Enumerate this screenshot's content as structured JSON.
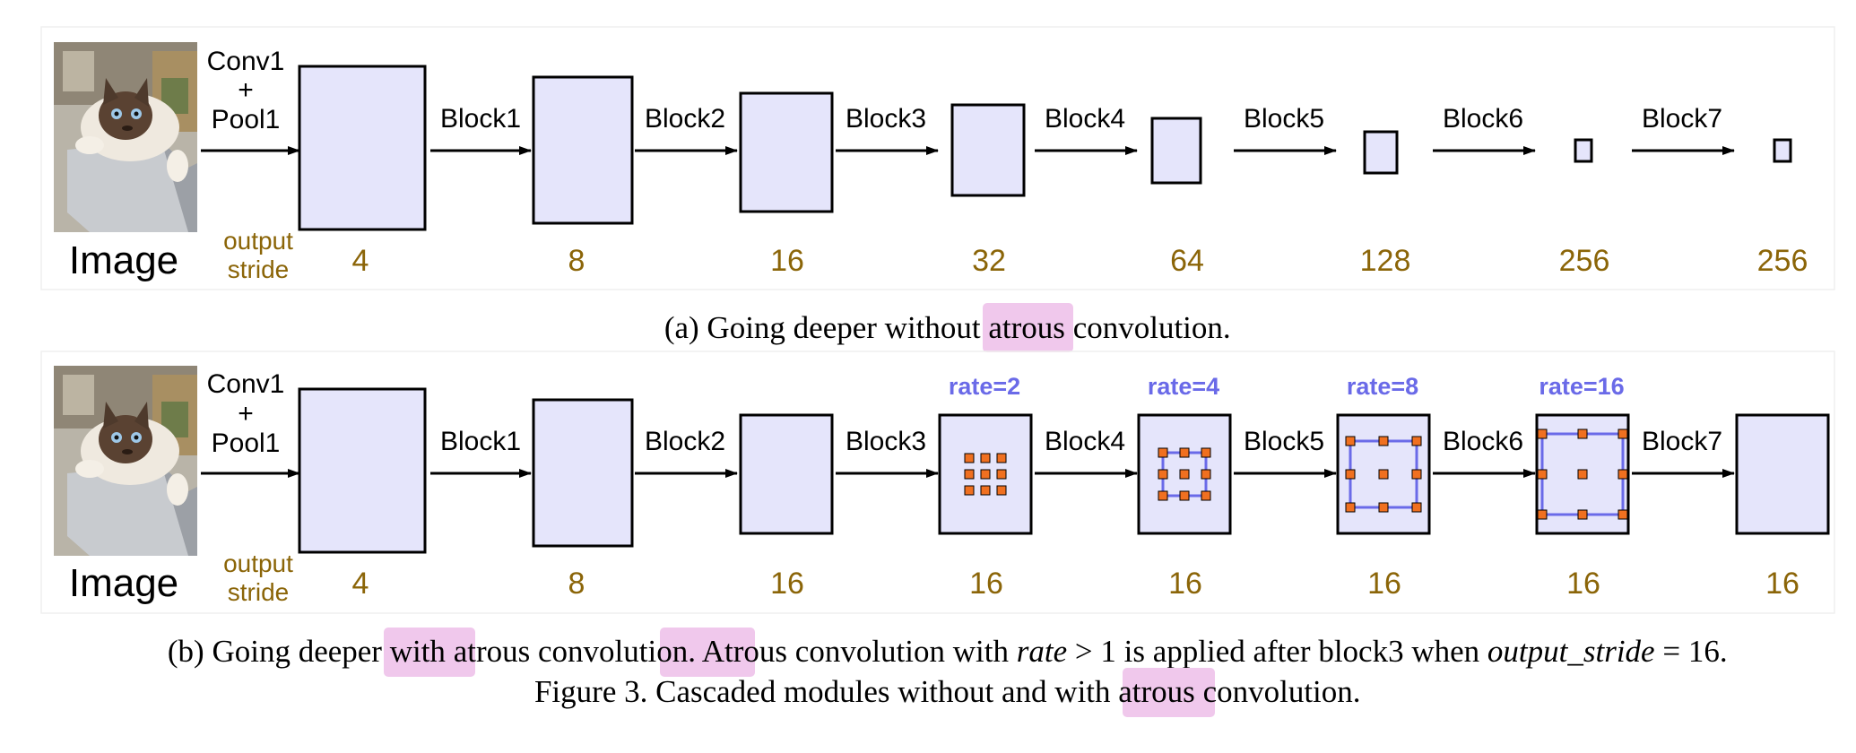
{
  "panel_a": {
    "image_label": "Image",
    "stride_label_line1": "output",
    "stride_label_line2": "stride",
    "conv_label": [
      "Conv1",
      "+",
      "Pool1"
    ],
    "blocks": [
      "Block1",
      "Block2",
      "Block3",
      "Block4",
      "Block5",
      "Block6",
      "Block7"
    ],
    "strides": [
      "4",
      "8",
      "16",
      "32",
      "64",
      "128",
      "256",
      "256"
    ],
    "caption_prefix": "(a) Going deeper without ",
    "caption_highlight": "atrous",
    "caption_suffix": " convolution."
  },
  "panel_b": {
    "image_label": "Image",
    "stride_label_line1": "output",
    "stride_label_line2": "stride",
    "conv_label": [
      "Conv1",
      "+",
      "Pool1"
    ],
    "blocks": [
      "Block1",
      "Block2",
      "Block3",
      "Block4",
      "Block5",
      "Block6",
      "Block7"
    ],
    "strides": [
      "4",
      "8",
      "16",
      "16",
      "16",
      "16",
      "16",
      "16"
    ],
    "rates": [
      "rate=2",
      "rate=4",
      "rate=8",
      "rate=16"
    ],
    "caption_b1": "(b) Going deeper with ",
    "caption_b_hl1": "atrous",
    "caption_b2": " convolution. ",
    "caption_b_hl2": "Atrous",
    "caption_b3": " convolution with ",
    "caption_b_math1": "rate",
    "caption_b4": " > 1 is applied after block3 when ",
    "caption_b_math2": "output_stride",
    "caption_b5": " = 16."
  },
  "figure": {
    "caption_prefix": "Figure 3. Cascaded modules without and with ",
    "caption_highlight": "atrous",
    "caption_suffix": " convolution."
  },
  "colors": {
    "box_fill": "#e5e5fb",
    "stride_text": "#8b6508",
    "rate_text": "#6a6ae8",
    "grid_outline": "#6a6ae8",
    "dot_fill": "#f07020",
    "highlight": "#f0c8ec"
  },
  "icons": {
    "cat_photo": "cat-photo-icon"
  }
}
